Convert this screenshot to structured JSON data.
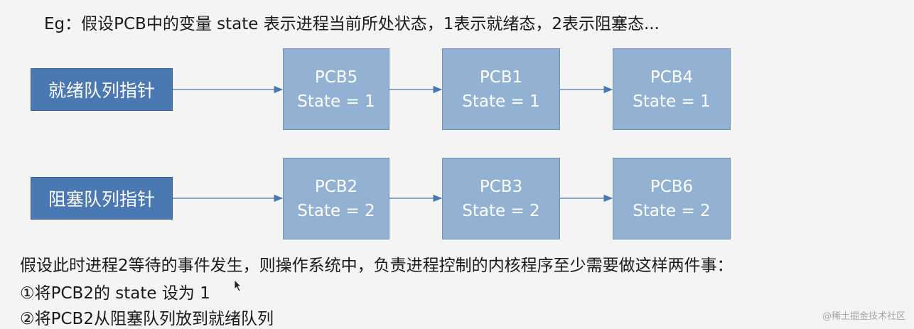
{
  "title": "Eg：假设PCB中的变量 state 表示进程当前所处状态，1表示就绪态，2表示阻塞态...",
  "queues": [
    {
      "pointer_label": "就绪队列指针",
      "pcbs": [
        {
          "name": "PCB5",
          "state": "State = 1"
        },
        {
          "name": "PCB1",
          "state": "State = 1"
        },
        {
          "name": "PCB4",
          "state": "State = 1"
        }
      ]
    },
    {
      "pointer_label": "阻塞队列指针",
      "pcbs": [
        {
          "name": "PCB2",
          "state": "State = 2"
        },
        {
          "name": "PCB3",
          "state": "State = 2"
        },
        {
          "name": "PCB6",
          "state": "State = 2"
        }
      ]
    }
  ],
  "description": [
    "假设此时进程2等待的事件发生，则操作系统中，负责进程控制的内核程序至少需要做这样两件事：",
    "①将PCB2的 state 设为 1",
    "②将PCB2从阻塞队列放到就绪队列"
  ],
  "watermark": "@稀土掘金技术社区",
  "colors": {
    "pointer_box": "#4a78b2",
    "pcb_box": "#93b2d3",
    "arrow": "#4a78b2"
  }
}
